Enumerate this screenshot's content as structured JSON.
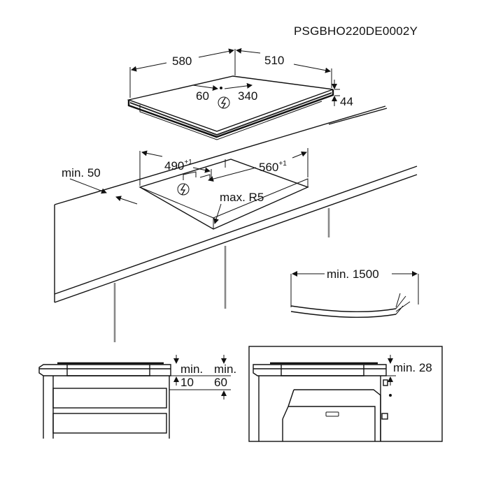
{
  "model_code": "PSGBHO220DE0002Y",
  "hob": {
    "width": "580",
    "depth": "510",
    "height": "44",
    "conn_left": "60",
    "conn_right": "340"
  },
  "cutout": {
    "width": "490",
    "width_tol": "+1",
    "depth": "560",
    "depth_tol": "+1",
    "front_gap": "min. 50",
    "radius": "max. R5"
  },
  "cable": {
    "length": "min. 1500"
  },
  "drawer_detail": {
    "gap_a_top": "min.",
    "gap_a_bottom": "10",
    "gap_b_top": "min.",
    "gap_b_bottom": "60"
  },
  "oven_detail": {
    "gap": "min. 28"
  }
}
